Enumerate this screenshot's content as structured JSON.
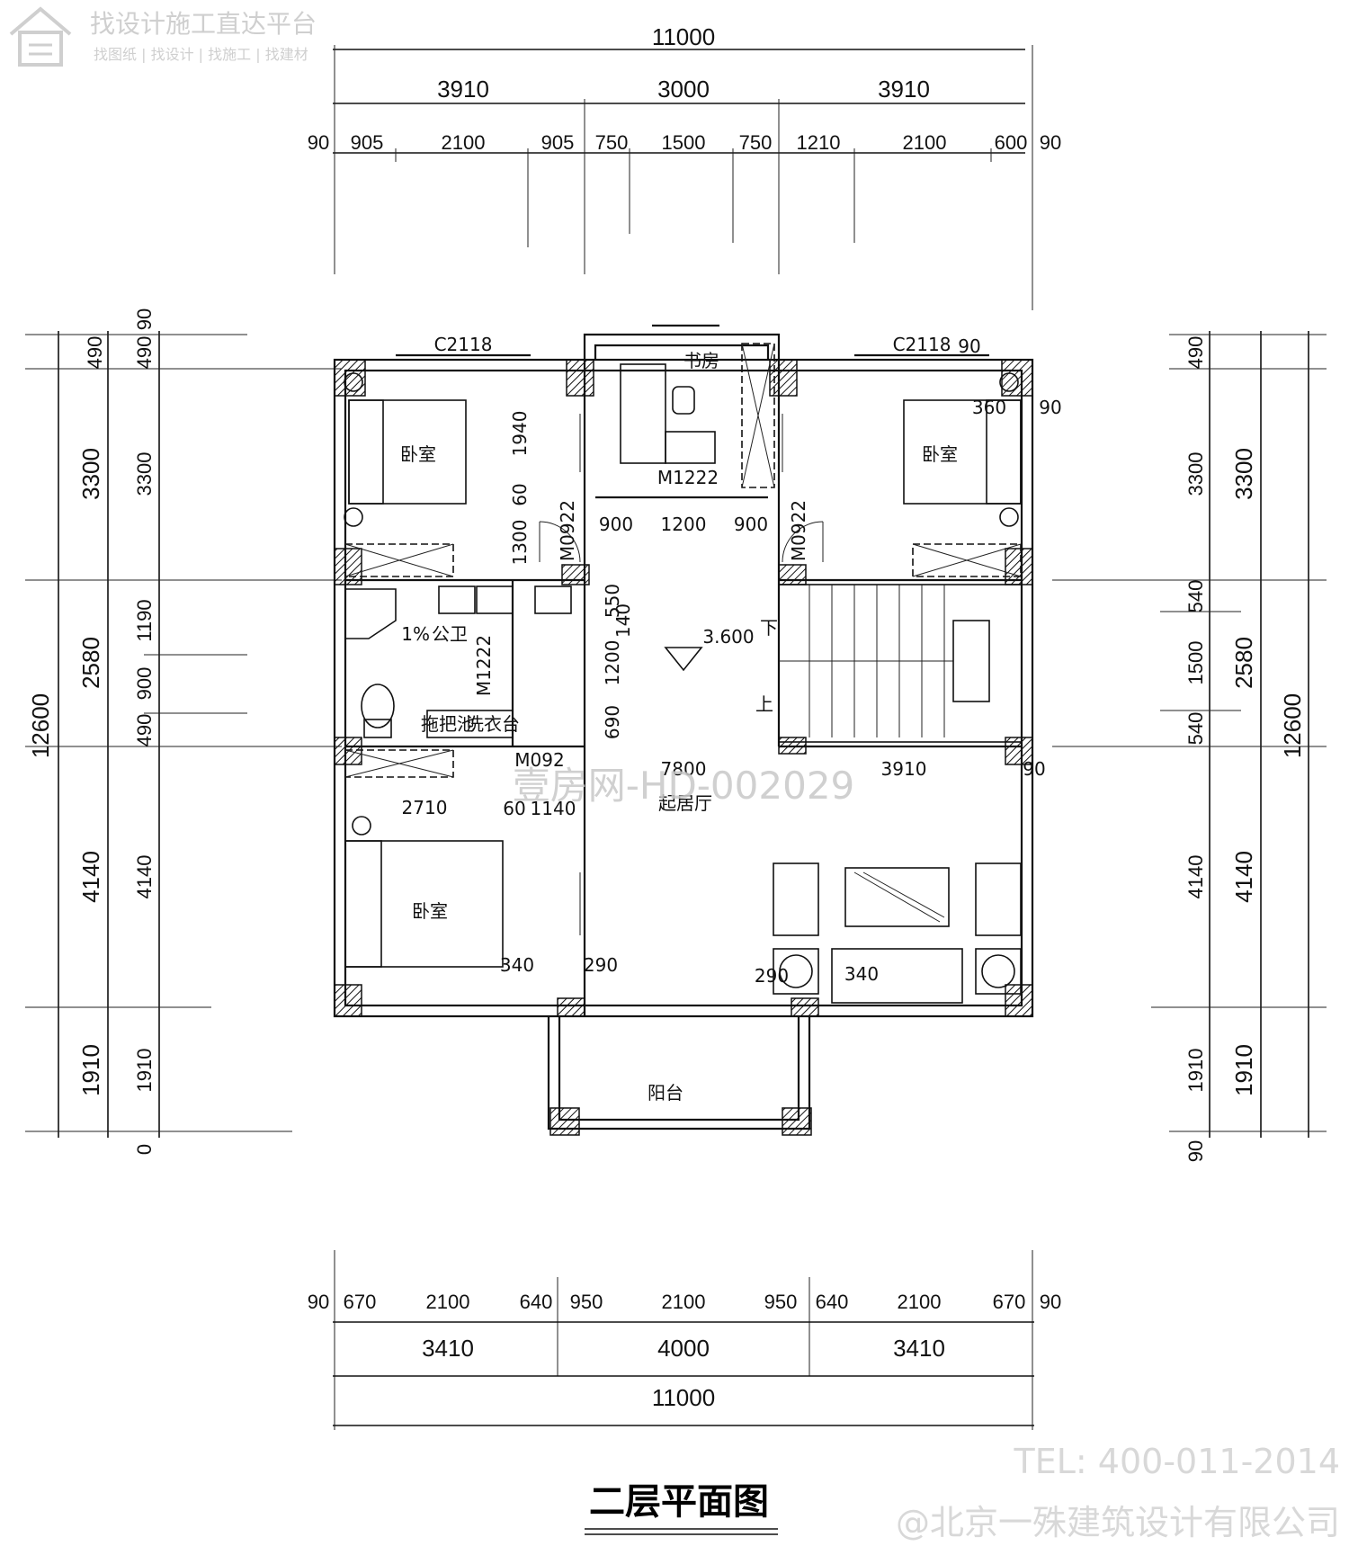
{
  "watermark_top": {
    "line1": "找设计施工直达平台",
    "line2": "找图纸 | 找设计 | 找施工 | 找建材"
  },
  "watermark_center": "壹房网-HD-002029",
  "drawing_title": "二层平面图",
  "tel": "TEL: 400-011-2014",
  "company": "@北京一殊建筑设计有限公司",
  "top_dims": {
    "total": "11000",
    "segments": [
      "3910",
      "3000",
      "3910"
    ],
    "details": [
      "90",
      "905",
      "2100",
      "905",
      "750",
      "1500",
      "750",
      "1210",
      "2100",
      "600",
      "90"
    ]
  },
  "bottom_dims": {
    "total": "11000",
    "segments": [
      "3410",
      "4000",
      "3410"
    ],
    "details": [
      "90",
      "670",
      "2100",
      "640",
      "950",
      "2100",
      "950",
      "640",
      "2100",
      "670",
      "90"
    ]
  },
  "left_dims": {
    "total": "12600",
    "outer": [
      "490",
      "3300",
      "2580",
      "4140",
      "1910"
    ],
    "inner": [
      "90",
      "490",
      "3300",
      "1190",
      "900",
      "490",
      "4140",
      "1910",
      "0"
    ]
  },
  "right_dims": {
    "total": "12600",
    "outer": [
      "490",
      "3300",
      "2580",
      "4140",
      "1910"
    ],
    "inner": [
      "490",
      "3300",
      "540",
      "1500",
      "540",
      "4140",
      "1910",
      "90"
    ]
  },
  "rooms": {
    "bedroom": "卧室",
    "study": "书房",
    "bath": "公卫",
    "living": "起居厅",
    "balcony": "阳台",
    "slope": "1%",
    "mop_pool": "拖把池",
    "laundry": "洗衣台",
    "up": "上",
    "down": "下"
  },
  "tags": {
    "window_c2118": "C2118",
    "door_m1222": "M1222",
    "door_m0922": "M0922",
    "door_m0922_short": "M092",
    "elevation": "3.600",
    "d3910": "3910",
    "d2710": "2710",
    "d1140": "1140",
    "d7800": "7800",
    "d1940": "1940",
    "d1300": "1300",
    "d60": "60",
    "d900": "900",
    "d1200": "1200",
    "d550": "550",
    "d140": "140",
    "d690": "690",
    "d360": "360",
    "d340": "340",
    "d290": "290",
    "d90": "90",
    "d1910": "1910"
  }
}
